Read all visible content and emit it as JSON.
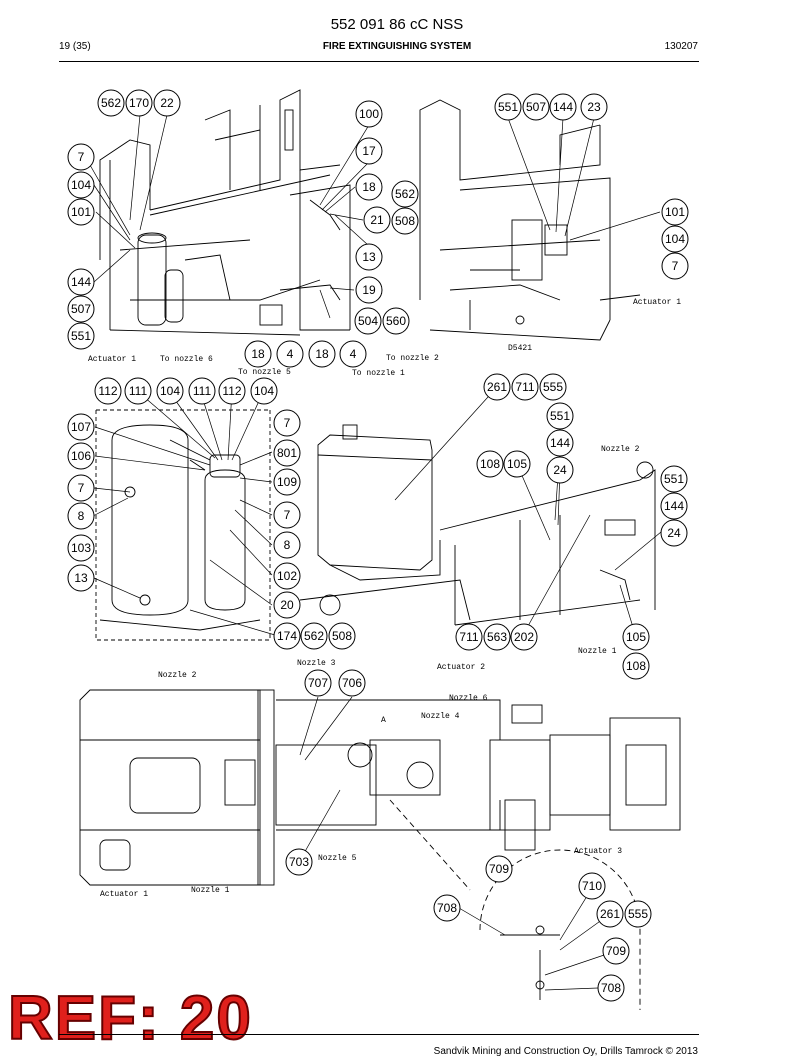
{
  "header": {
    "doc_number": "552 091 86 cC NSS",
    "page": "19 (35)",
    "section": "FIRE EXTINGUISHING SYSTEM",
    "date": "130207"
  },
  "reference_badge": "REF: 20",
  "footer": {
    "text": "Sandvik Mining and Construction Oy, Drills Tamrock © 2013"
  },
  "callouts": {
    "c562a": "562",
    "c170": "170",
    "c22": "22",
    "c7a": "7",
    "c104a": "104",
    "c101a": "101",
    "c144a": "144",
    "c507a": "507",
    "c551a": "551",
    "c100": "100",
    "c17": "17",
    "c18a": "18",
    "c21": "21",
    "c13a": "13",
    "c19": "19",
    "c504": "504",
    "c560": "560",
    "c18b": "18",
    "c4a": "4",
    "c18c": "18",
    "c4b": "4",
    "c562b": "562",
    "c508a": "508",
    "c551b": "551",
    "c507b": "507",
    "c144b": "144",
    "c23": "23",
    "c101b": "101",
    "c104b": "104",
    "c7b": "7",
    "c112a": "112",
    "c111a": "111",
    "c104c": "104",
    "c111b": "111",
    "c112b": "112",
    "c104d": "104",
    "c107": "107",
    "c106": "106",
    "c7c": "7",
    "c8a": "8",
    "c103": "103",
    "c13b": "13",
    "c7d": "7",
    "c801": "801",
    "c109": "109",
    "c7e": "7",
    "c8b": "8",
    "c102": "102",
    "c20": "20",
    "c174": "174",
    "c562c": "562",
    "c508b": "508",
    "c261a": "261",
    "c711a": "711",
    "c555a": "555",
    "c551c": "551",
    "c144c": "144",
    "c24a": "24",
    "c108a": "108",
    "c105a": "105",
    "c551d": "551",
    "c144d": "144",
    "c24b": "24",
    "c711b": "711",
    "c563": "563",
    "c202": "202",
    "c105b": "105",
    "c108b": "108",
    "c707": "707",
    "c706": "706",
    "c703": "703",
    "c709a": "709",
    "c710": "710",
    "c708a": "708",
    "c261b": "261",
    "c555b": "555",
    "c709b": "709",
    "c708b": "708"
  },
  "labels": {
    "actuator1a": "Actuator 1",
    "nozzle6a": "To nozzle 6",
    "nozzle5a": "To nozzle 5",
    "nozzle2a": "To nozzle 2",
    "nozzle1a": "To nozzle 1",
    "actuator1b": "Actuator 1",
    "d5421": "D5421",
    "nozzle2b": "Nozzle 2",
    "nozzle1b": "Nozzle 1",
    "nozzle2c": "Nozzle 2",
    "nozzle3": "Nozzle 3",
    "actuator2": "Actuator 2",
    "nozzle6b": "Nozzle 6",
    "nozzle4": "Nozzle 4",
    "markA": "A",
    "nozzle5b": "Nozzle 5",
    "actuator3": "Actuator 3",
    "actuator1c": "Actuator 1",
    "nozzle1c": "Nozzle 1"
  }
}
